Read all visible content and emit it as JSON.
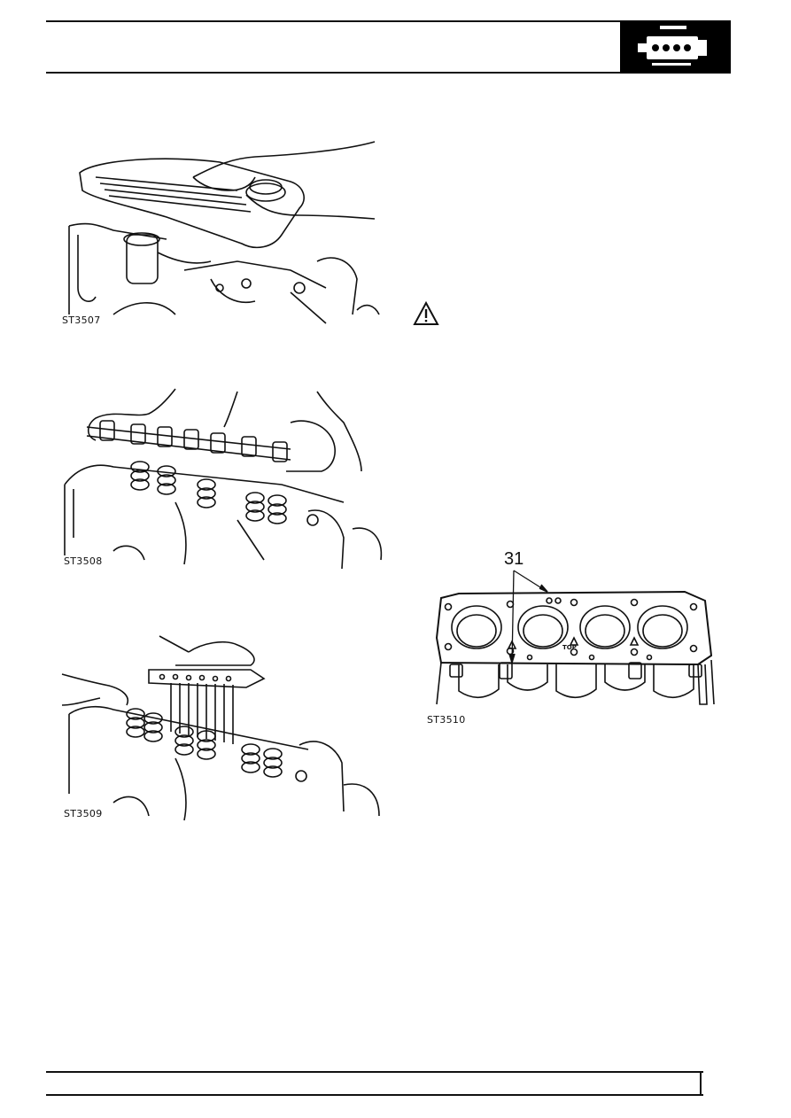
{
  "header": {
    "section_icon": "engine-icon"
  },
  "figures": [
    {
      "id": "ST3507",
      "caption": "ST3507"
    },
    {
      "id": "ST3508",
      "caption": "ST3508"
    },
    {
      "id": "ST3509",
      "caption": "ST3509"
    },
    {
      "id": "ST3510",
      "caption": "ST3510",
      "callout": "31",
      "gasket_label": "TOP"
    }
  ],
  "warning": {
    "icon": "warning-triangle-icon"
  },
  "footer": {}
}
